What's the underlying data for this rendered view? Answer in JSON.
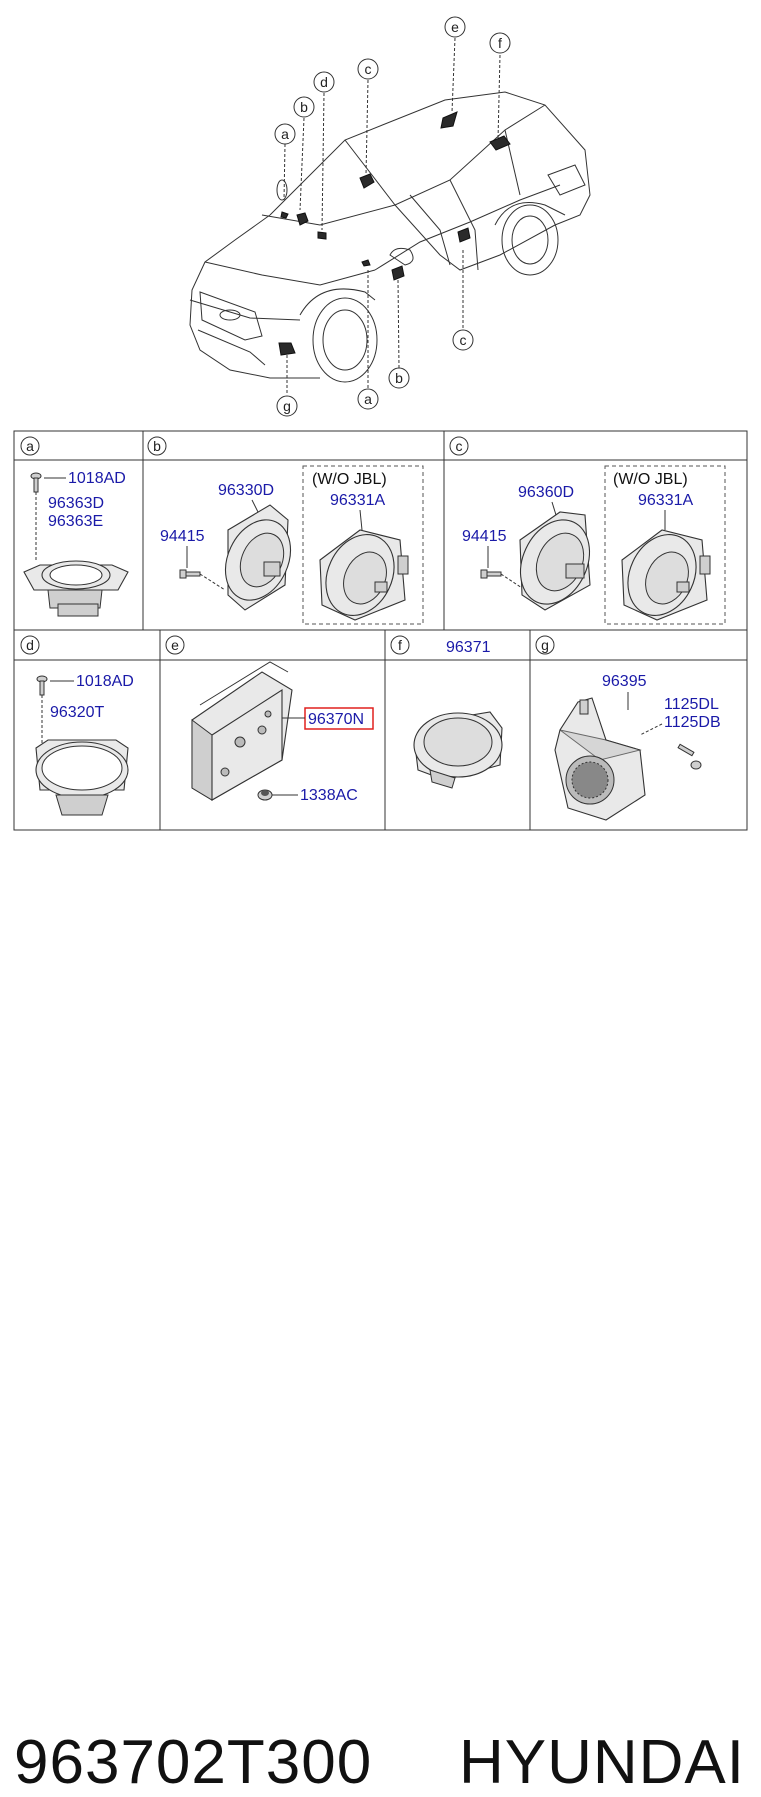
{
  "callouts": {
    "a": "a",
    "b": "b",
    "c": "c",
    "d": "d",
    "e": "e",
    "f": "f",
    "g": "g"
  },
  "sections": {
    "a": {
      "letter": "a",
      "parts": [
        "1018AD",
        "96363D",
        "96363E"
      ]
    },
    "b": {
      "letter": "b",
      "parts": [
        "96330D",
        "94415",
        "96331A"
      ],
      "variant": "(W/O JBL)"
    },
    "c": {
      "letter": "c",
      "parts": [
        "96360D",
        "94415",
        "96331A"
      ],
      "variant": "(W/O JBL)"
    },
    "d": {
      "letter": "d",
      "parts": [
        "1018AD",
        "96320T"
      ]
    },
    "e": {
      "letter": "e",
      "parts": [
        "96370N",
        "1338AC"
      ],
      "highlight": "96370N",
      "highlight_color": "#e0201e"
    },
    "f": {
      "letter": "f",
      "parts": [
        "96371"
      ]
    },
    "g": {
      "letter": "g",
      "parts": [
        "96395",
        "1125DL",
        "1125DB"
      ]
    }
  },
  "colors": {
    "part_number": "#1a1aa8",
    "highlight_box": "#e0201e",
    "rule": "#333333"
  },
  "caption": {
    "part_number": "963702T300",
    "brand": "HYUNDAI"
  }
}
